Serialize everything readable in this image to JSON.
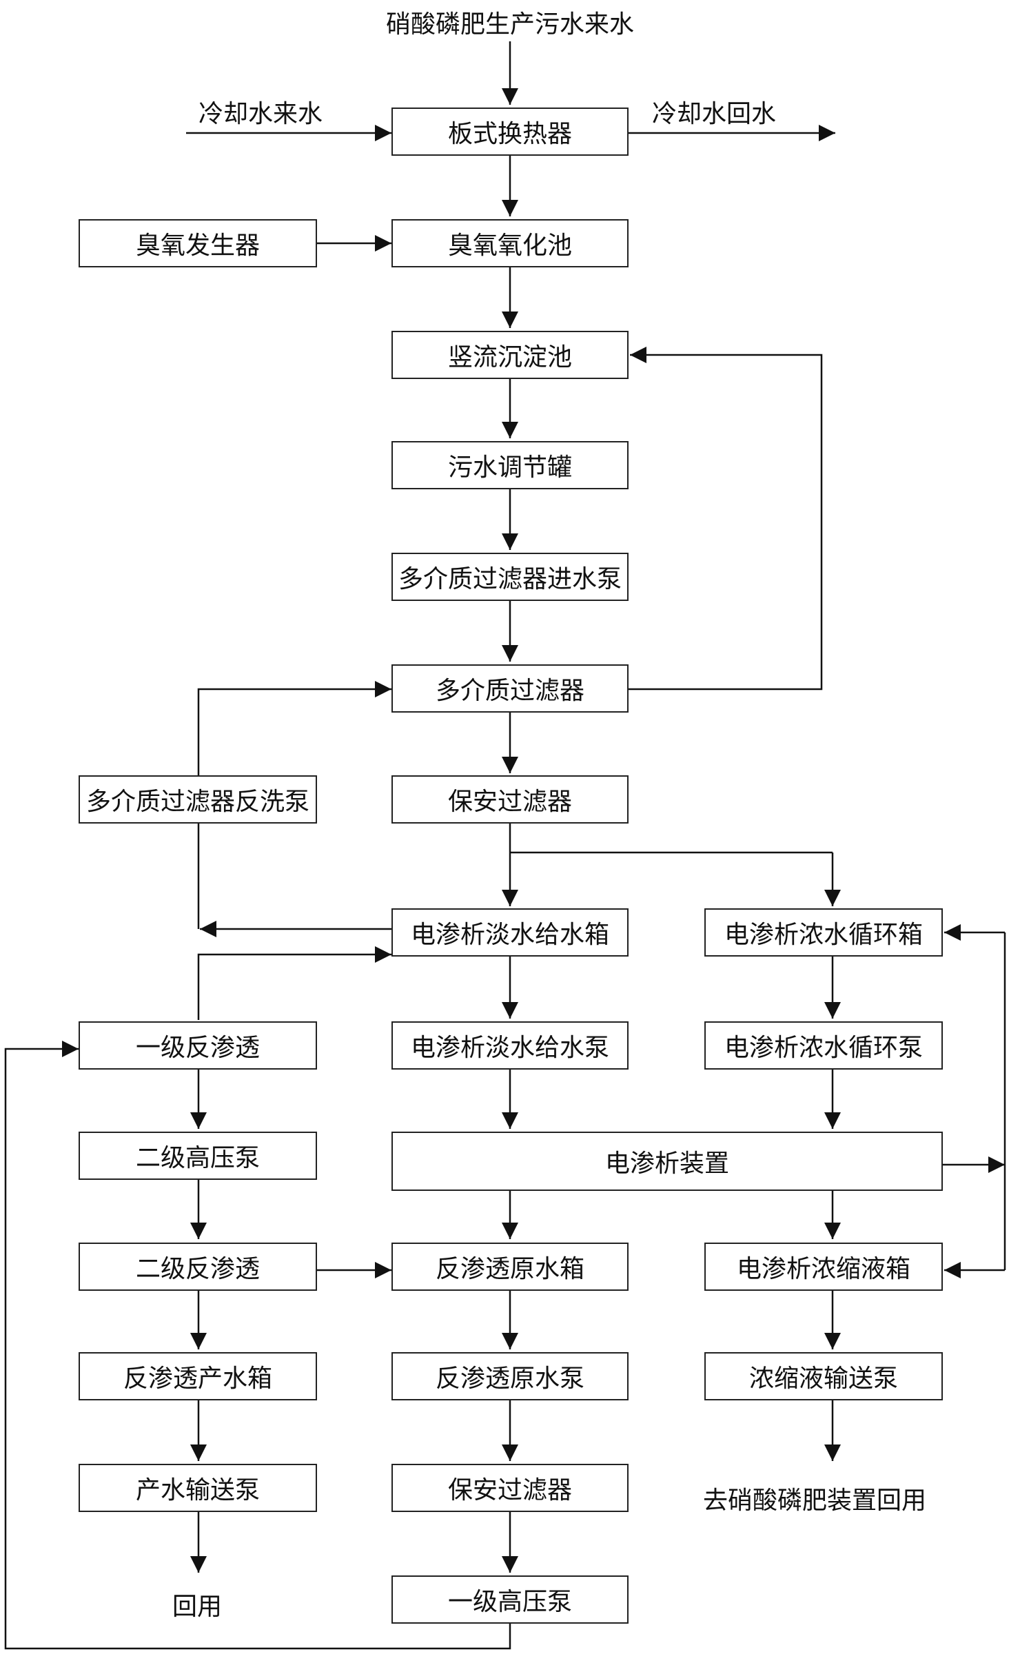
{
  "nodes": {
    "source": "硝酸磷肥生产污水来水",
    "cooling_in": "冷却水来水",
    "cooling_out": "冷却水回水",
    "plate_hx": "板式换热器",
    "ozone_gen": "臭氧发生器",
    "ozone_pool": "臭氧氧化池",
    "vertical_settler": "竖流沉淀池",
    "adjust_tank": "污水调节罐",
    "mm_feed_pump": "多介质过滤器进水泵",
    "mm_filter": "多介质过滤器",
    "mm_backwash_pump": "多介质过滤器反洗泵",
    "security_filter_1": "保安过滤器",
    "ed_dilute_tank": "电渗析淡水给水箱",
    "ed_conc_tank": "电渗析浓水循环箱",
    "ro_stage1": "一级反渗透",
    "ed_dilute_pump": "电渗析淡水给水泵",
    "ed_conc_pump": "电渗析浓水循环泵",
    "stage2_hp_pump": "二级高压泵",
    "ed_device": "电渗析装置",
    "ro_stage2": "二级反渗透",
    "ro_raw_tank": "反渗透原水箱",
    "ed_concentrate_tank": "电渗析浓缩液箱",
    "ro_product_tank": "反渗透产水箱",
    "ro_raw_pump": "反渗透原水泵",
    "conc_transfer_pump": "浓缩液输送泵",
    "product_pump": "产水输送泵",
    "security_filter_2": "保安过滤器",
    "to_fertilizer": "去硝酸磷肥装置回用",
    "reuse": "回用",
    "stage1_hp_pump": "一级高压泵"
  }
}
